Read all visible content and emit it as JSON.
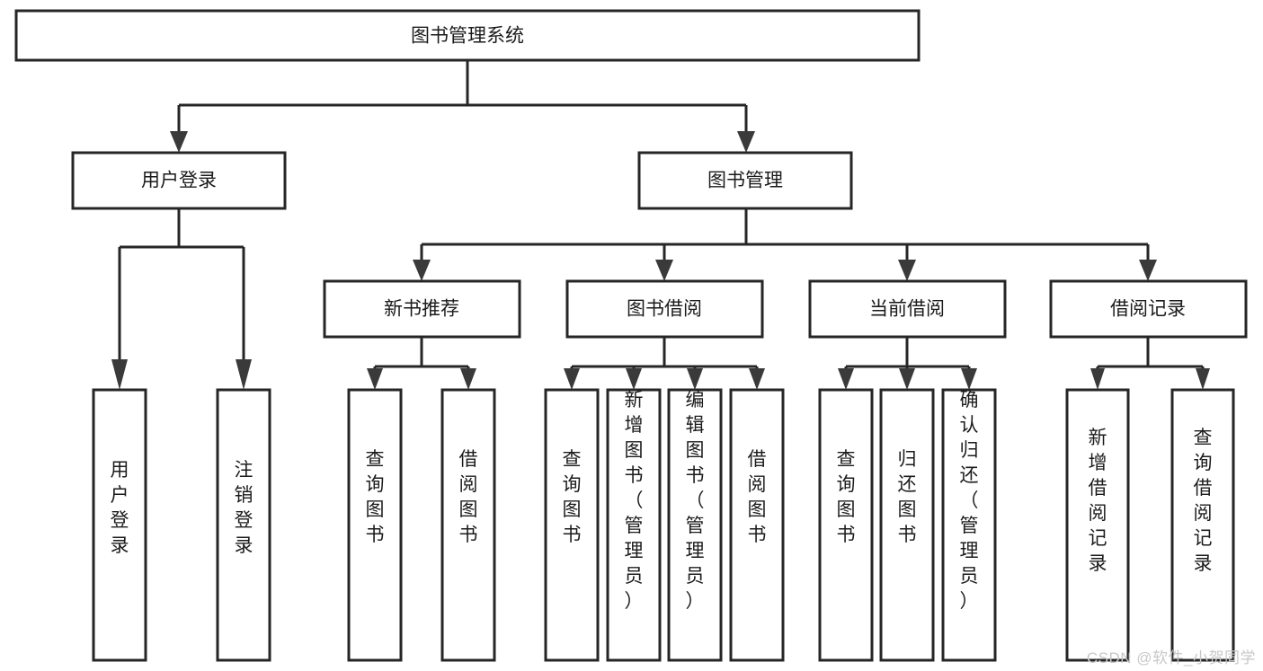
{
  "diagram": {
    "type": "tree-hierarchy",
    "orientation": "top-down",
    "root": {
      "label": "图书管理系统"
    },
    "level2": [
      {
        "label": "用户登录"
      },
      {
        "label": "图书管理"
      }
    ],
    "level3": [
      {
        "label": "新书推荐",
        "parent": "图书管理"
      },
      {
        "label": "图书借阅",
        "parent": "图书管理"
      },
      {
        "label": "当前借阅",
        "parent": "图书管理"
      },
      {
        "label": "借阅记录",
        "parent": "图书管理"
      }
    ],
    "leaves": {
      "user_login": [
        {
          "label": "用户登录"
        },
        {
          "label": "注销登录"
        }
      ],
      "new_book_recommend": [
        {
          "label": "查询图书"
        },
        {
          "label": "借阅图书"
        }
      ],
      "book_borrow": [
        {
          "label": "查询图书"
        },
        {
          "label": "新增图书（管理员）"
        },
        {
          "label": "编辑图书（管理员）"
        },
        {
          "label": "借阅图书"
        }
      ],
      "current_borrow": [
        {
          "label": "查询图书"
        },
        {
          "label": "归还图书"
        },
        {
          "label": "确认归还（管理员）"
        }
      ],
      "borrow_record": [
        {
          "label": "新增借阅记录"
        },
        {
          "label": "查询借阅记录"
        }
      ]
    },
    "colors": {
      "box_stroke": "#262626",
      "box_fill": "#ffffff",
      "connector": "#262626",
      "text": "#1b1b1b",
      "background": "#ffffff",
      "watermark": "#c8c8c8"
    }
  },
  "watermark": {
    "text": "CSDN @软件_小贺同学"
  }
}
